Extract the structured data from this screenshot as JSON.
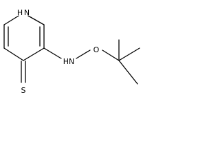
{
  "structure": {
    "atom_labels": {
      "ring_nitrogen": "N",
      "ring_nitrogen_hydrogen": "H",
      "amine_group": "HN",
      "oxygen": "O",
      "sulfur": "S"
    },
    "line_color": "#000000",
    "background_color": "#ffffff"
  }
}
